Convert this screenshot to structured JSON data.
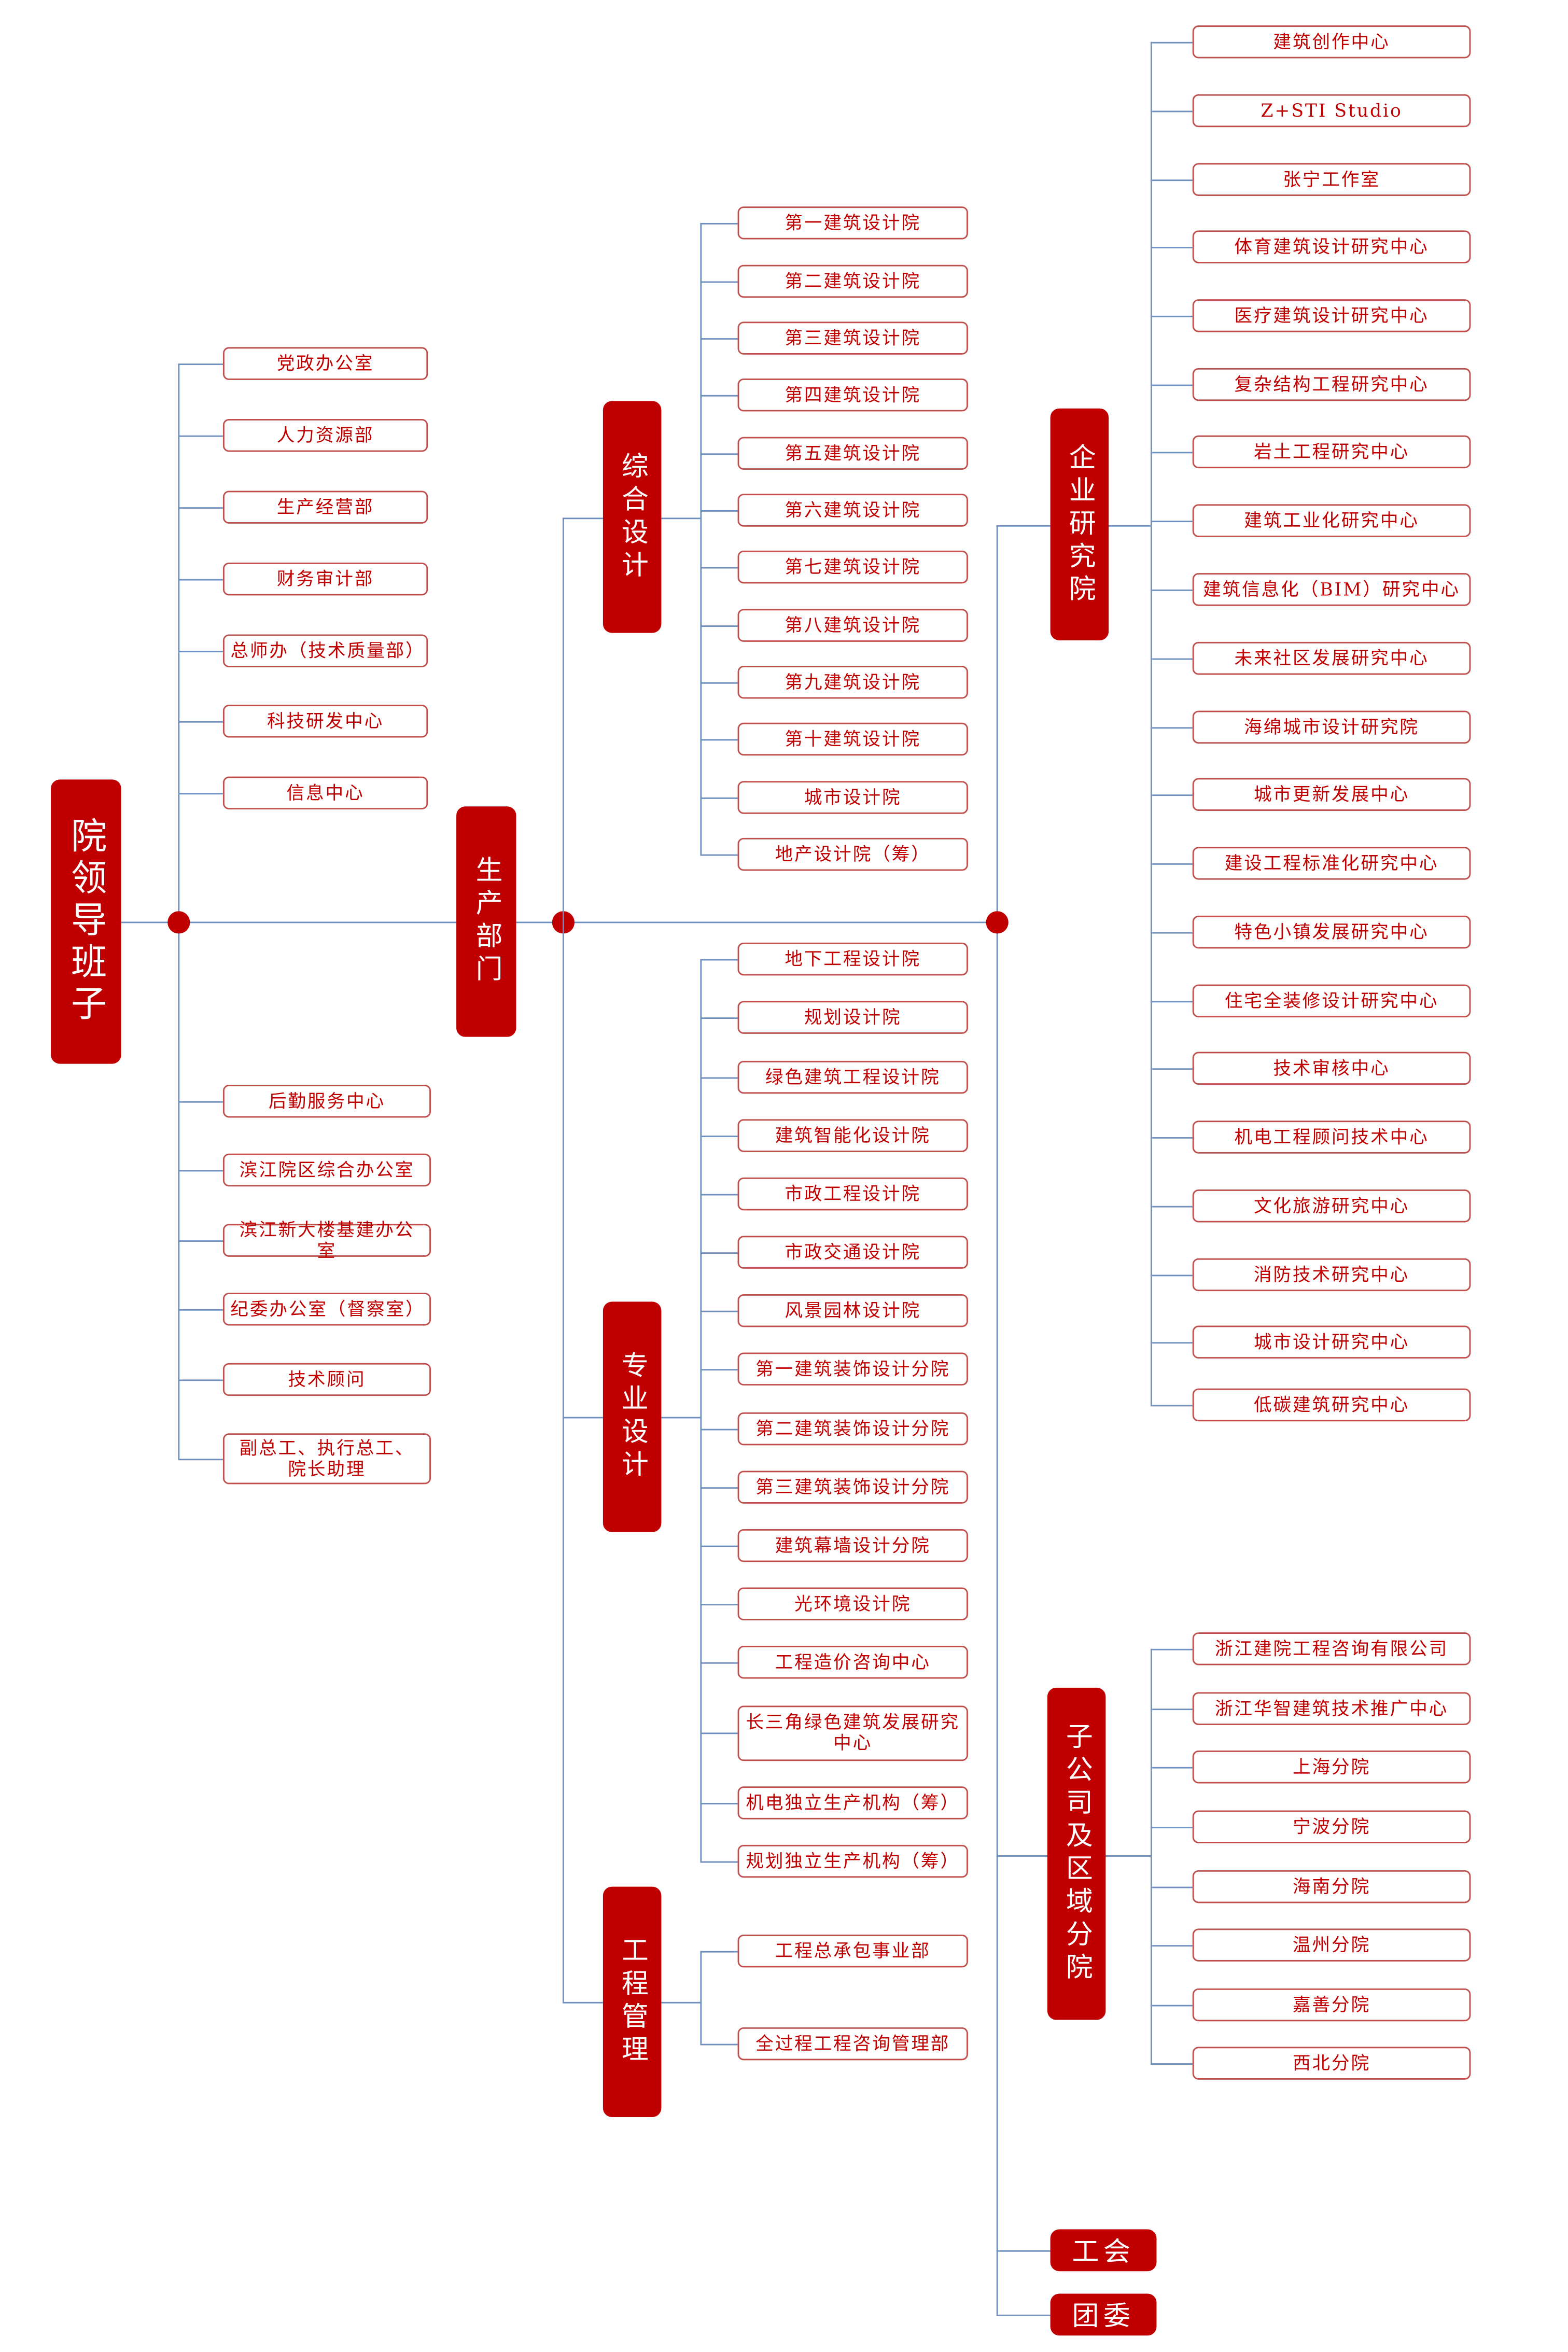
{
  "colors": {
    "accent": "#c00000",
    "connector": "#6f8fbf"
  },
  "leadership": {
    "title": "院领导班子",
    "upper": [
      "党政办公室",
      "人力资源部",
      "生产经营部",
      "财务审计部",
      "总师办（技术质量部）",
      "科技研发中心",
      "信息中心"
    ],
    "lower": [
      "后勤服务中心",
      "滨江院区综合办公室",
      "滨江新大楼基建办公室",
      "纪委办公室（督察室）",
      "技术顾问",
      "副总工、执行总工、院长助理"
    ]
  },
  "production": {
    "title": "生产部门",
    "general": {
      "title": "综合设计",
      "items": [
        "第一建筑设计院",
        "第二建筑设计院",
        "第三建筑设计院",
        "第四建筑设计院",
        "第五建筑设计院",
        "第六建筑设计院",
        "第七建筑设计院",
        "第八建筑设计院",
        "第九建筑设计院",
        "第十建筑设计院",
        "城市设计院",
        "地产设计院（筹）"
      ]
    },
    "specialized": {
      "title": "专业设计",
      "items": [
        "地下工程设计院",
        "规划设计院",
        "绿色建筑工程设计院",
        "建筑智能化设计院",
        "市政工程设计院",
        "市政交通设计院",
        "风景园林设计院",
        "第一建筑装饰设计分院",
        "第二建筑装饰设计分院",
        "第三建筑装饰设计分院",
        "建筑幕墙设计分院",
        "光环境设计院",
        "工程造价咨询中心",
        "长三角绿色建筑发展研究中心",
        "机电独立生产机构（筹）",
        "规划独立生产机构（筹）"
      ]
    },
    "engineering": {
      "title": "工程管理",
      "items": [
        "工程总承包事业部",
        "全过程工程咨询管理部"
      ]
    }
  },
  "research": {
    "title": "企业研究院",
    "items": [
      "建筑创作中心",
      "Z+STI Studio",
      "张宁工作室",
      "体育建筑设计研究中心",
      "医疗建筑设计研究中心",
      "复杂结构工程研究中心",
      "岩土工程研究中心",
      "建筑工业化研究中心",
      "建筑信息化（BIM）研究中心",
      "未来社区发展研究中心",
      "海绵城市设计研究院",
      "城市更新发展中心",
      "建设工程标准化研究中心",
      "特色小镇发展研究中心",
      "住宅全装修设计研究中心",
      "技术审核中心",
      "机电工程顾问技术中心",
      "文化旅游研究中心",
      "消防技术研究中心",
      "城市设计研究中心",
      "低碳建筑研究中心"
    ]
  },
  "subsidiaries": {
    "title": "子公司及区域分院",
    "items": [
      "浙江建院工程咨询有限公司",
      "浙江华智建筑技术推广中心",
      "上海分院",
      "宁波分院",
      "海南分院",
      "温州分院",
      "嘉善分院",
      "西北分院"
    ]
  },
  "union": {
    "title": "工会"
  },
  "youth": {
    "title": "团委"
  }
}
